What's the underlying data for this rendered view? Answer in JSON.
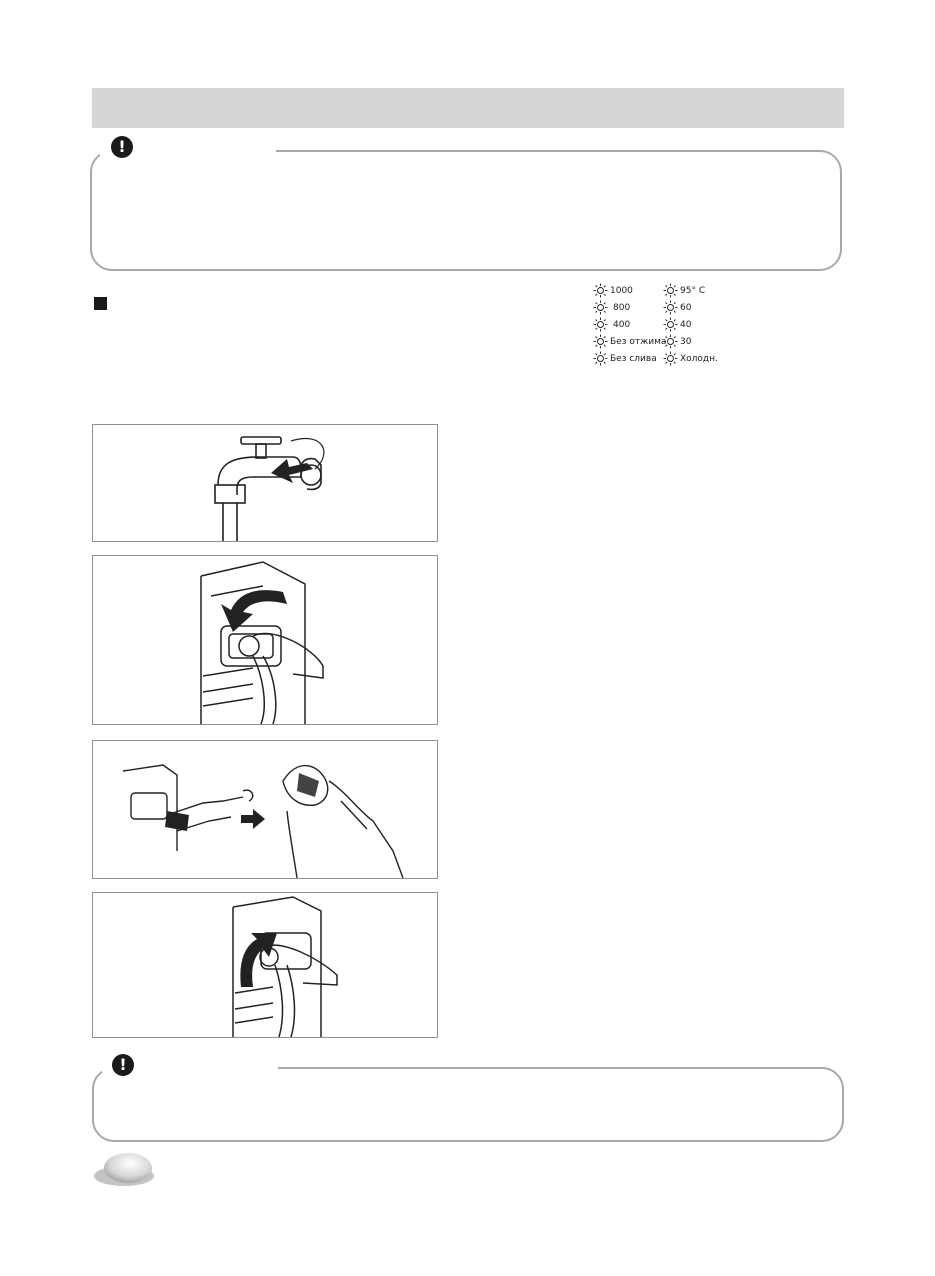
{
  "page": {
    "header_title": "",
    "page_number": ""
  },
  "notices": {
    "top_text": "",
    "bottom_text": ""
  },
  "indicator_panel": {
    "spin_levels": [
      "1000",
      "800",
      "400",
      "Без отжима",
      "Без слива"
    ],
    "temperatures": [
      "95° C",
      "60",
      "40",
      "30",
      "Холодн."
    ]
  },
  "figures": [
    {
      "icon": "tap-icon"
    },
    {
      "icon": "inlet-hose-icon"
    },
    {
      "icon": "filter-clean-icon"
    },
    {
      "icon": "hose-reconnect-icon"
    }
  ],
  "colors": {
    "header_bar": "#d6d6d6",
    "frame_border": "#a8a8a8",
    "warning_icon": "#1a1a1a"
  }
}
